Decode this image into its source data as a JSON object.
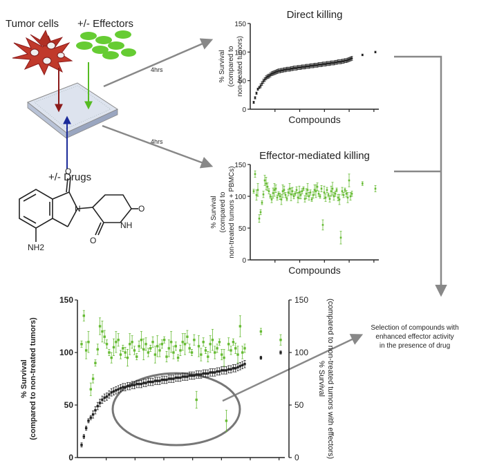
{
  "labels": {
    "tumor_cells": "Tumor cells",
    "effectors": "+/- Effectors",
    "drugs": "+/- Drugs",
    "time_top": "4hrs",
    "time_bottom": "4hrs",
    "selection_line1": "Selection of compounds with",
    "selection_line2": "enhanced effector activity",
    "selection_line3": "in the presence of drug"
  },
  "molecule": {
    "atoms": [
      "O",
      "N",
      "O",
      "O",
      "NH",
      "NH2"
    ]
  },
  "colors": {
    "black_series": "#222222",
    "green_series": "#66bb33",
    "tumor_cell": "#c0392b",
    "effector": "#66cc33",
    "arrow_tumor": "#8b1a1a",
    "arrow_effector": "#55bb22",
    "arrow_drug": "#1a2a99",
    "arrow_grey": "#888888",
    "ellipse": "#777777"
  },
  "chart_data": [
    {
      "type": "scatter",
      "title": "Direct killing",
      "xlabel": "Compounds",
      "ylabel": "% Survival",
      "ylabel2": "(compared to",
      "ylabel3": "non-treated tumors)",
      "yticks": [
        0,
        50,
        100,
        150
      ],
      "ylim": [
        0,
        150
      ],
      "series": [
        {
          "values": [
            12,
            20,
            28,
            35,
            38,
            41,
            45,
            49,
            52,
            55,
            57,
            58,
            60,
            62,
            63,
            64,
            65,
            66,
            67,
            67,
            68,
            68,
            69,
            69,
            70,
            70,
            70,
            71,
            71,
            72,
            72,
            72,
            73,
            73,
            73,
            74,
            74,
            74,
            75,
            75,
            75,
            76,
            76,
            76,
            77,
            77,
            77,
            78,
            78,
            78,
            79,
            79,
            79,
            80,
            80,
            80,
            81,
            81,
            81,
            82,
            82,
            83,
            83,
            83,
            84,
            84,
            85,
            85,
            86,
            87,
            88,
            89,
            95,
            100
          ]
        }
      ]
    },
    {
      "type": "scatter",
      "title": "Effector-mediated killing",
      "xlabel": "Compounds",
      "ylabel": "% Survival",
      "ylabel2": "(compared to",
      "ylabel3": "non-treated tumors + PBMCs)",
      "yticks": [
        0,
        50,
        100,
        150
      ],
      "ylim": [
        0,
        150
      ],
      "series": [
        {
          "values": [
            108,
            135,
            102,
            110,
            65,
            75,
            90,
            103,
            125,
            120,
            115,
            108,
            100,
            95,
            105,
            110,
            112,
            98,
            104,
            100,
            95,
            108,
            110,
            102,
            96,
            106,
            112,
            103,
            108,
            100,
            104,
            110,
            98,
            106,
            102,
            108,
            112,
            96,
            104,
            110,
            100,
            106,
            95,
            102,
            110,
            108,
            115,
            104,
            100,
            112,
            55,
            106,
            98,
            110,
            102,
            96,
            108,
            112,
            100,
            104,
            110,
            98,
            95,
            35,
            108,
            102,
            110,
            104,
            98,
            125,
            100,
            104,
            120,
            112
          ]
        }
      ]
    },
    {
      "type": "scatter",
      "ylabel": "% Survival",
      "ylabel2": "(compared to non-treated tumors)",
      "y2label": "% Survival",
      "y2label2": "(compared to non-treated tumors with effectors)",
      "yticks": [
        0,
        50,
        100,
        150
      ],
      "y2ticks": [
        0,
        50,
        100,
        150
      ],
      "ylim": [
        0,
        150
      ],
      "series": [
        {
          "values": [
            12,
            20,
            28,
            35,
            38,
            41,
            45,
            49,
            52,
            55,
            57,
            58,
            60,
            62,
            63,
            64,
            65,
            66,
            67,
            67,
            68,
            68,
            69,
            69,
            70,
            70,
            70,
            71,
            71,
            72,
            72,
            72,
            73,
            73,
            73,
            74,
            74,
            74,
            75,
            75,
            75,
            76,
            76,
            76,
            77,
            77,
            77,
            78,
            78,
            78,
            79,
            79,
            79,
            80,
            80,
            80,
            81,
            81,
            81,
            82,
            82,
            83,
            83,
            83,
            84,
            84,
            85,
            85,
            86,
            87,
            88,
            89,
            95,
            100
          ]
        },
        {
          "values": [
            108,
            135,
            102,
            110,
            65,
            75,
            90,
            103,
            125,
            120,
            115,
            108,
            100,
            95,
            105,
            110,
            112,
            98,
            104,
            100,
            95,
            108,
            110,
            102,
            96,
            106,
            112,
            103,
            108,
            100,
            104,
            110,
            98,
            106,
            102,
            108,
            112,
            96,
            104,
            110,
            100,
            106,
            95,
            102,
            110,
            108,
            115,
            104,
            100,
            112,
            55,
            106,
            98,
            110,
            102,
            96,
            108,
            112,
            100,
            104,
            110,
            98,
            95,
            35,
            108,
            102,
            110,
            104,
            98,
            125,
            100,
            104,
            120,
            112
          ]
        }
      ]
    }
  ]
}
